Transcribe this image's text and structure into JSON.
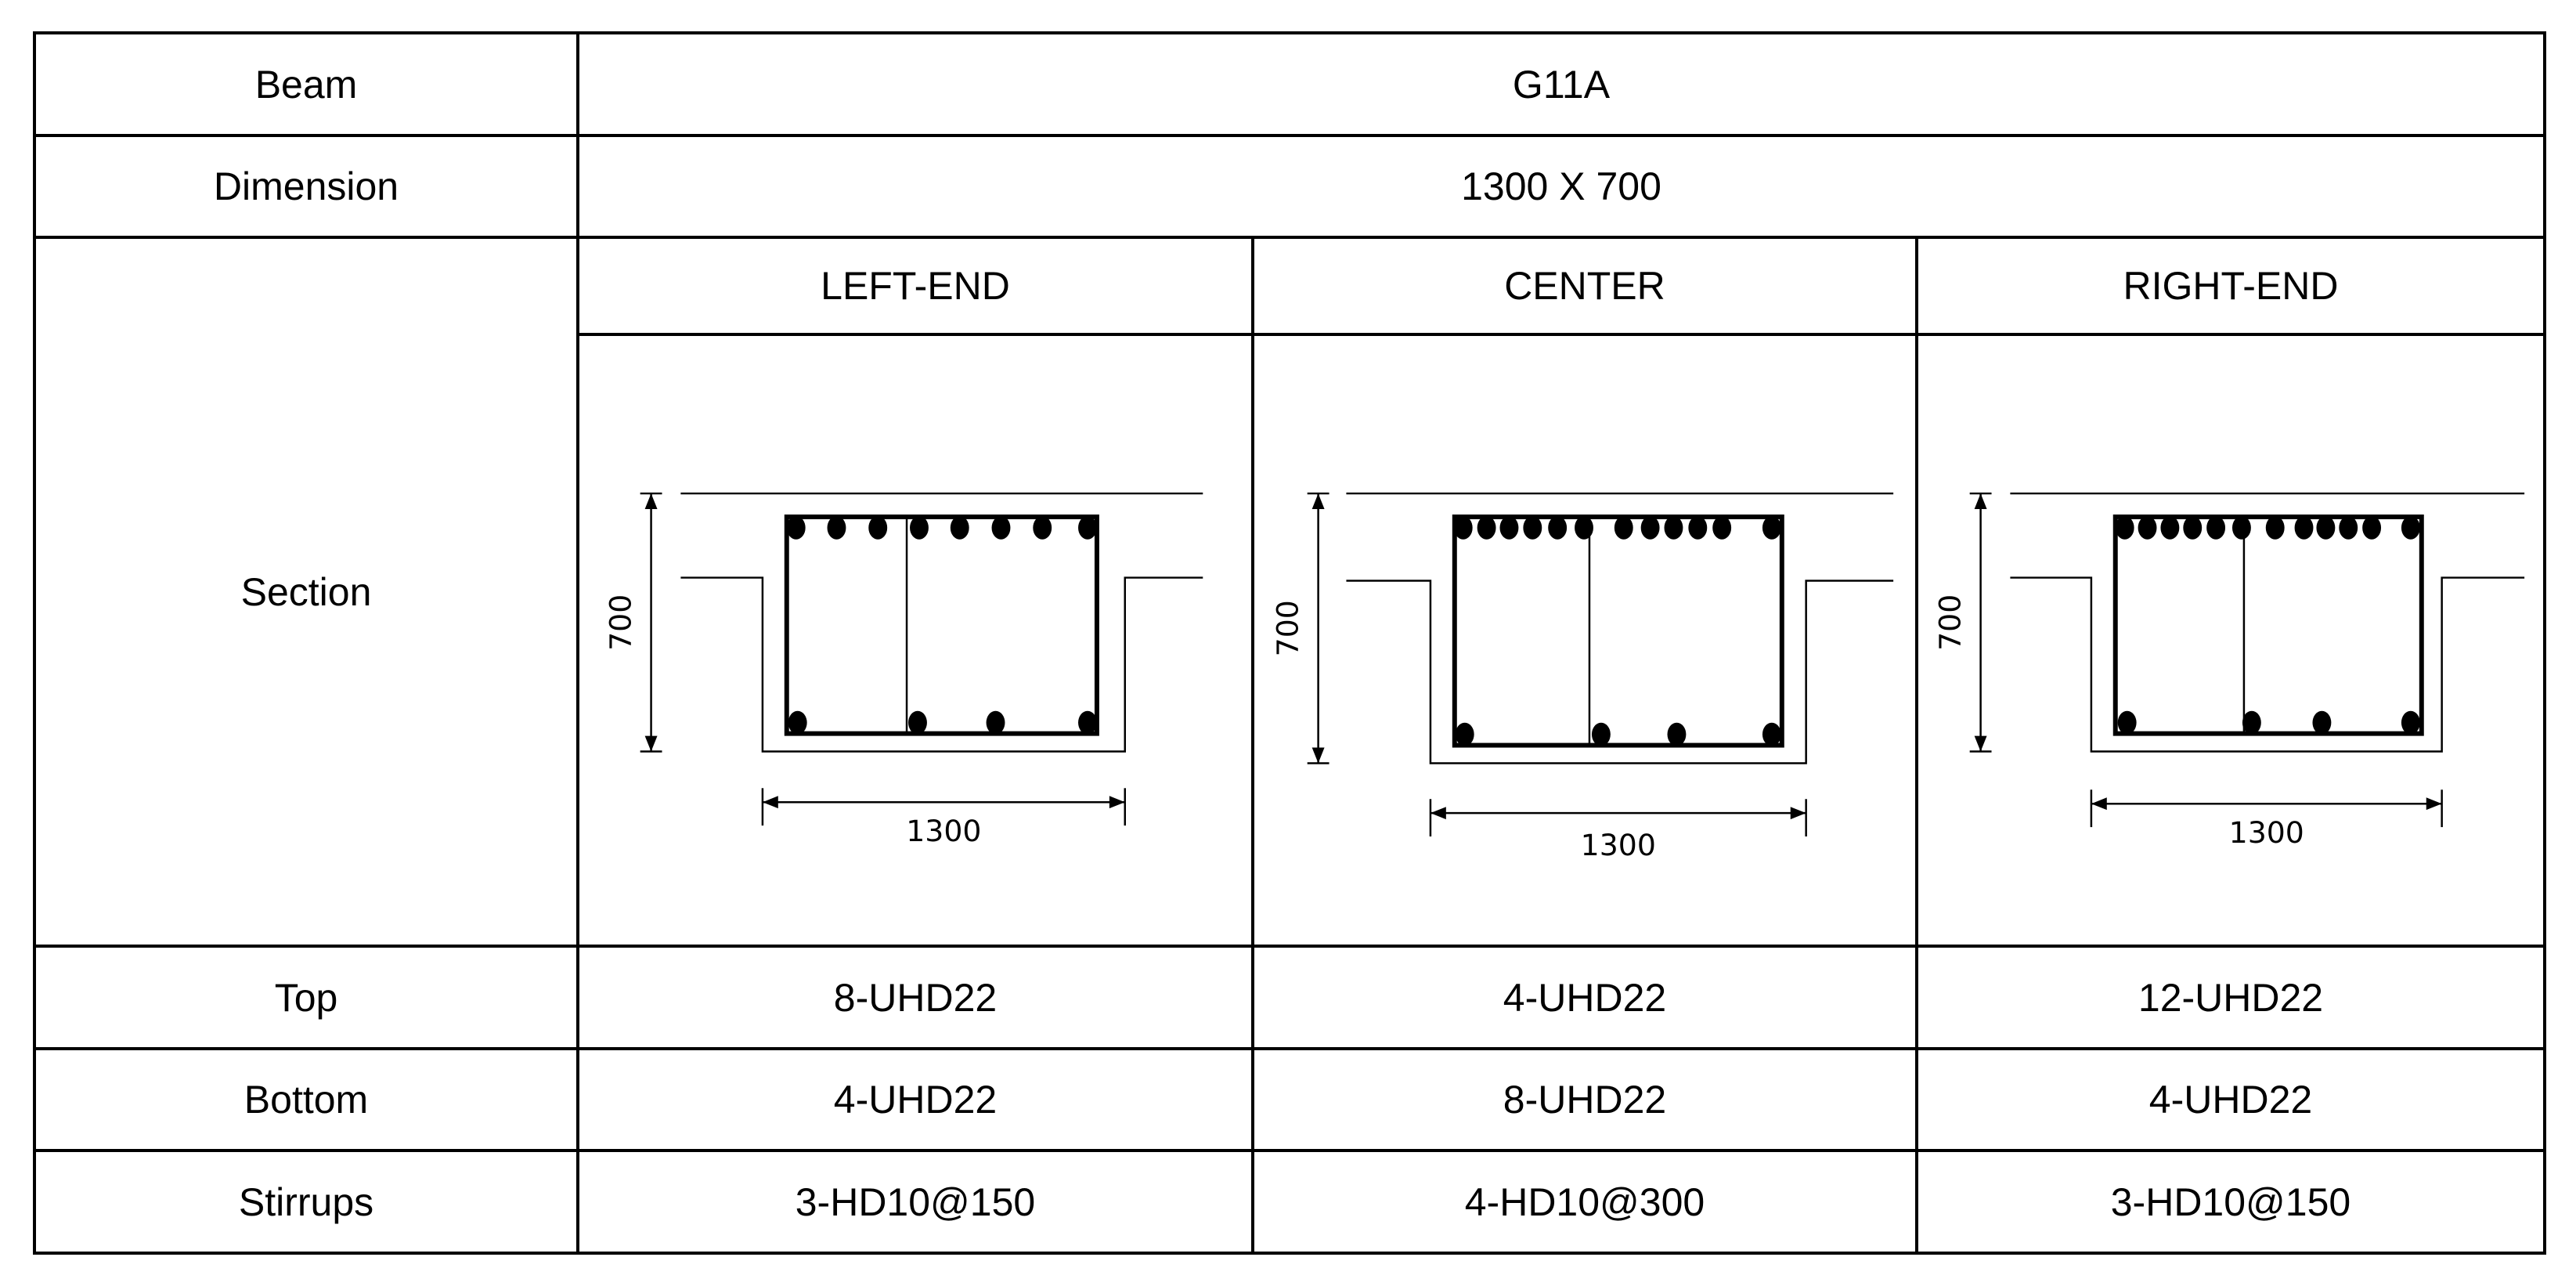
{
  "table": {
    "beam_label": "Beam",
    "beam_value": "G11A",
    "dimension_label": "Dimension",
    "dimension_value": "1300 X 700",
    "section_label": "Section",
    "columns": [
      "LEFT-END",
      "CENTER",
      "RIGHT-END"
    ],
    "top_label": "Top",
    "top": [
      "8-UHD22",
      "4-UHD22",
      "12-UHD22"
    ],
    "bottom_label": "Bottom",
    "bottom": [
      "4-UHD22",
      "8-UHD22",
      "4-UHD22"
    ],
    "stirrups_label": "Stirrups",
    "stirrups": [
      "3-HD10@150",
      "4-HD10@300",
      "3-HD10@150"
    ]
  },
  "sections": [
    {
      "height_dim": "700",
      "width_dim": "1300",
      "top_bars": 8,
      "bottom_bars": 4
    },
    {
      "height_dim": "700",
      "width_dim": "1300",
      "top_bars": 12,
      "bottom_bars": 4
    },
    {
      "height_dim": "700",
      "width_dim": "1300",
      "top_bars": 12,
      "bottom_bars": 4
    }
  ]
}
